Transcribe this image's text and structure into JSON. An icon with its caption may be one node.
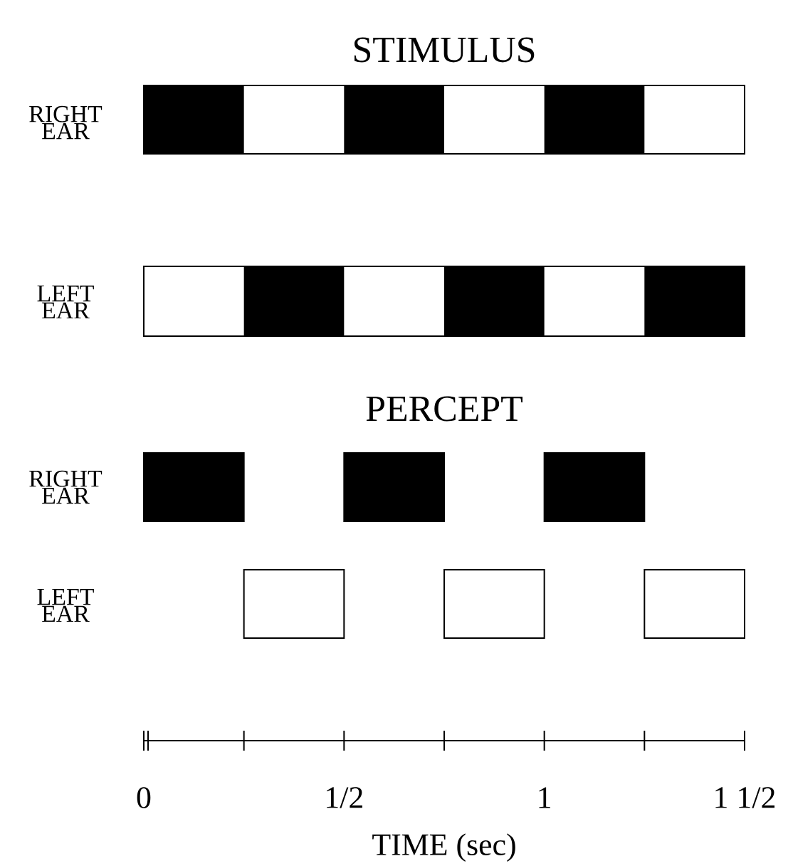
{
  "diagram": {
    "labels": [
      "STIMULUS",
      "RIGHT EAR",
      "LEFT EAR",
      "PERCEPT",
      "RIGHT EAR",
      "LEFT EAR",
      "0",
      "1/2",
      "1",
      "1 1/2",
      "TIME (sec)"
    ]
  }
}
